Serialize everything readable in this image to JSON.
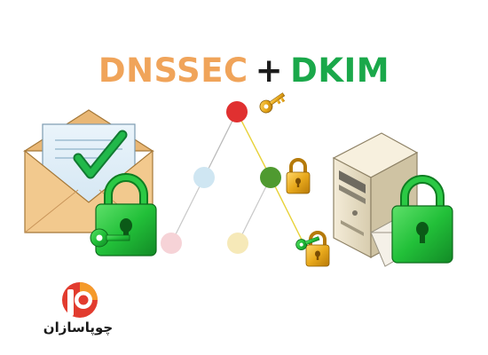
{
  "title": {
    "part1": "DNSSEC",
    "plus": "+",
    "part2": "DKIM"
  },
  "brand": {
    "name": "چوپاسازان"
  },
  "colors": {
    "dnssec": "#f0a45a",
    "dkim": "#1aa84a",
    "lock_green": "#22c039",
    "lock_gold": "#e8a91c",
    "envelope": "#f2c98e",
    "node_red": "#e03030",
    "node_green": "#4f9a30",
    "node_blue": "#cfe6f2",
    "node_yellow": "#f6e9b8",
    "node_pink": "#f6d3d7",
    "brand_red": "#e23b2e",
    "brand_orange": "#f59a2a"
  },
  "icons": [
    "envelope-icon",
    "checkmark-icon",
    "padlock-icon",
    "key-icon",
    "server-icon",
    "logo-icon"
  ]
}
